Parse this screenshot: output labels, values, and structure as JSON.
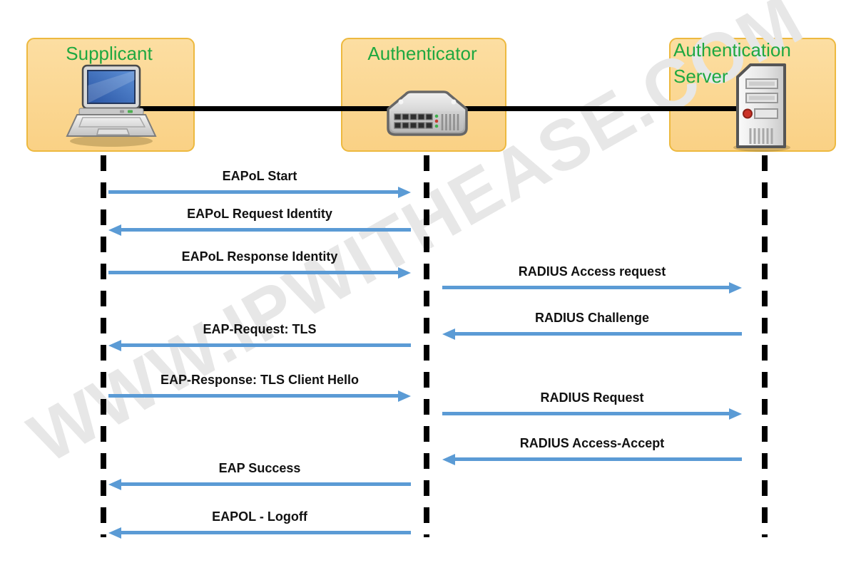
{
  "watermark": {
    "text": "WWW.IPWITHEASE.COM"
  },
  "actors": [
    {
      "name": "Supplicant",
      "icon": "laptop-icon"
    },
    {
      "name": "Authenticator",
      "icon": "switch-icon"
    },
    {
      "name": "Authentication Server",
      "icon": "server-icon"
    }
  ],
  "messages": [
    {
      "label": "EAPoL Start",
      "from": "Supplicant",
      "to": "Authenticator",
      "direction": "right"
    },
    {
      "label": "EAPoL Request Identity",
      "from": "Authenticator",
      "to": "Supplicant",
      "direction": "left"
    },
    {
      "label": "EAPoL Response Identity",
      "from": "Supplicant",
      "to": "Authenticator",
      "direction": "right"
    },
    {
      "label": "RADIUS Access request",
      "from": "Authenticator",
      "to": "Authentication Server",
      "direction": "right"
    },
    {
      "label": "RADIUS Challenge",
      "from": "Authentication Server",
      "to": "Authenticator",
      "direction": "left"
    },
    {
      "label": "EAP-Request: TLS",
      "from": "Authenticator",
      "to": "Supplicant",
      "direction": "left"
    },
    {
      "label": "EAP-Response: TLS Client Hello",
      "from": "Supplicant",
      "to": "Authenticator",
      "direction": "right"
    },
    {
      "label": "RADIUS Request",
      "from": "Authenticator",
      "to": "Authentication Server",
      "direction": "right"
    },
    {
      "label": "RADIUS Access-Accept",
      "from": "Authentication Server",
      "to": "Authenticator",
      "direction": "left"
    },
    {
      "label": "EAP Success",
      "from": "Authenticator",
      "to": "Supplicant",
      "direction": "left"
    },
    {
      "label": "EAPOL - Logoff",
      "from": "Authenticator",
      "to": "Supplicant",
      "direction": "left"
    }
  ],
  "colors": {
    "box_fill": "#FBD68F",
    "box_border": "#EDB93F",
    "actor_text_green": "#1FA840",
    "arrow_blue": "#5B9BD5",
    "lifeline_black": "#000000",
    "watermark_gray": "#E7E7E7"
  }
}
